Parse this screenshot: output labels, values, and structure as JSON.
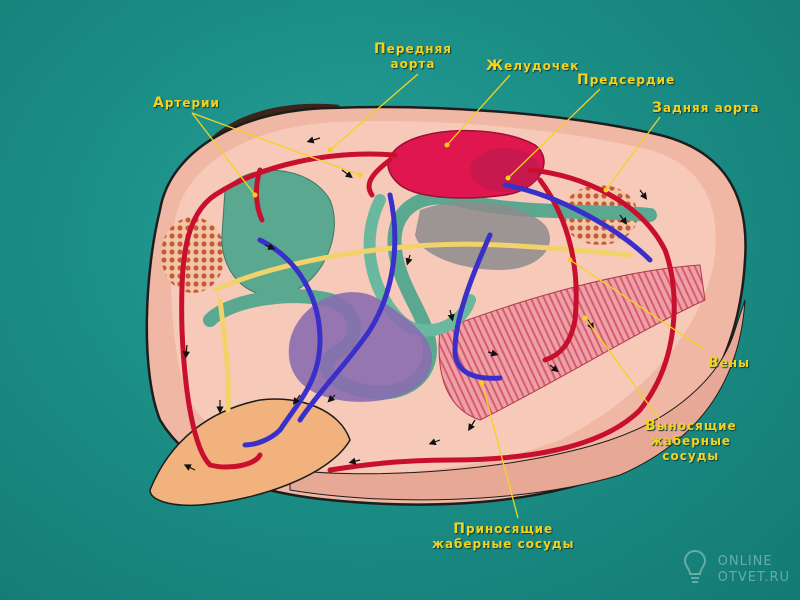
{
  "labels": {
    "arteries": "Артерии",
    "anterior_aorta_line1": "Передняя",
    "anterior_aorta_line2": "аорта",
    "ventricle": "Желудочек",
    "atrium": "Предсердие",
    "posterior_aorta": "Задняя аорта",
    "veins": "Вены",
    "efferent_line1": "Выносящие",
    "efferent_line2": "жаберные",
    "efferent_line3": "сосуды",
    "afferent_line1": "Приносящие",
    "afferent_line2": "жаберные сосуды"
  },
  "watermark": {
    "line1": "ONLINE",
    "line2": "OTVET.RU"
  },
  "colors": {
    "background": "#1b8e86",
    "label": "#f4d21f",
    "artery": "#c8102e",
    "vein": "#3b2fc9",
    "heart": "#e0174f",
    "gut": "#5aa890",
    "yellow_vessel": "#f2d36b",
    "mantle": "#f6c0a8",
    "gill": "#e07a86"
  }
}
